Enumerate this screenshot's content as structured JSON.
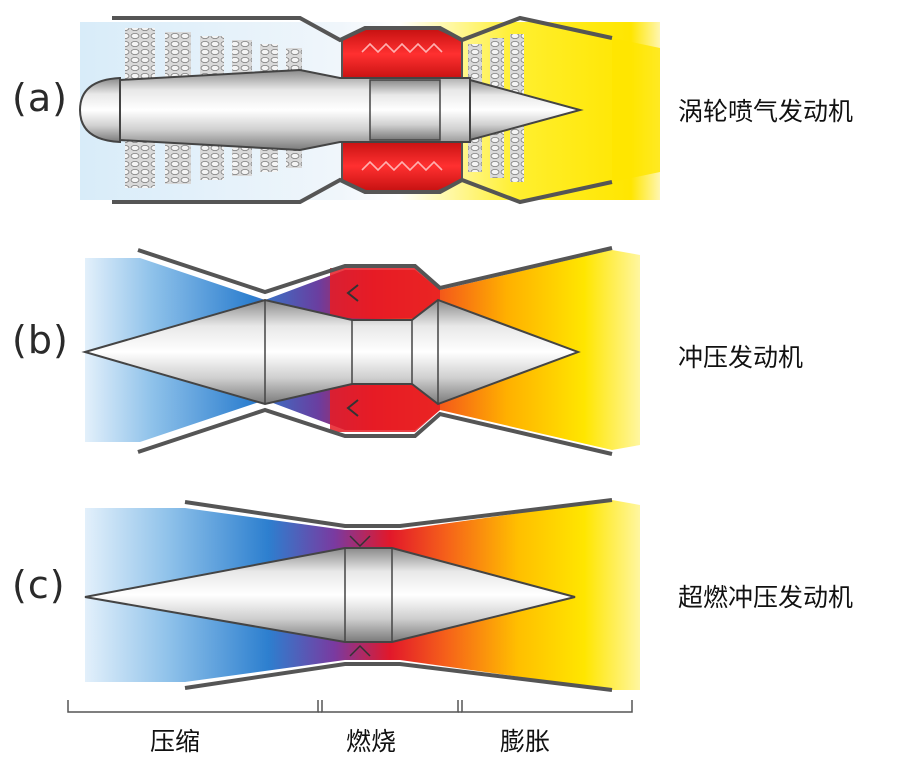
{
  "engines": [
    {
      "id": "a",
      "tag": "(a)",
      "name": "涡轮喷气发动机"
    },
    {
      "id": "b",
      "tag": "(b)",
      "name": "冲压发动机"
    },
    {
      "id": "c",
      "tag": "(c)",
      "name": "超燃冲压发动机"
    }
  ],
  "stages": [
    {
      "label": "压缩"
    },
    {
      "label": "燃烧"
    },
    {
      "label": "膨胀"
    }
  ],
  "colors": {
    "cold": "#3d8fd6",
    "hot": "#ee2222",
    "exhaust": "#ffe600",
    "casing": "#555555"
  }
}
